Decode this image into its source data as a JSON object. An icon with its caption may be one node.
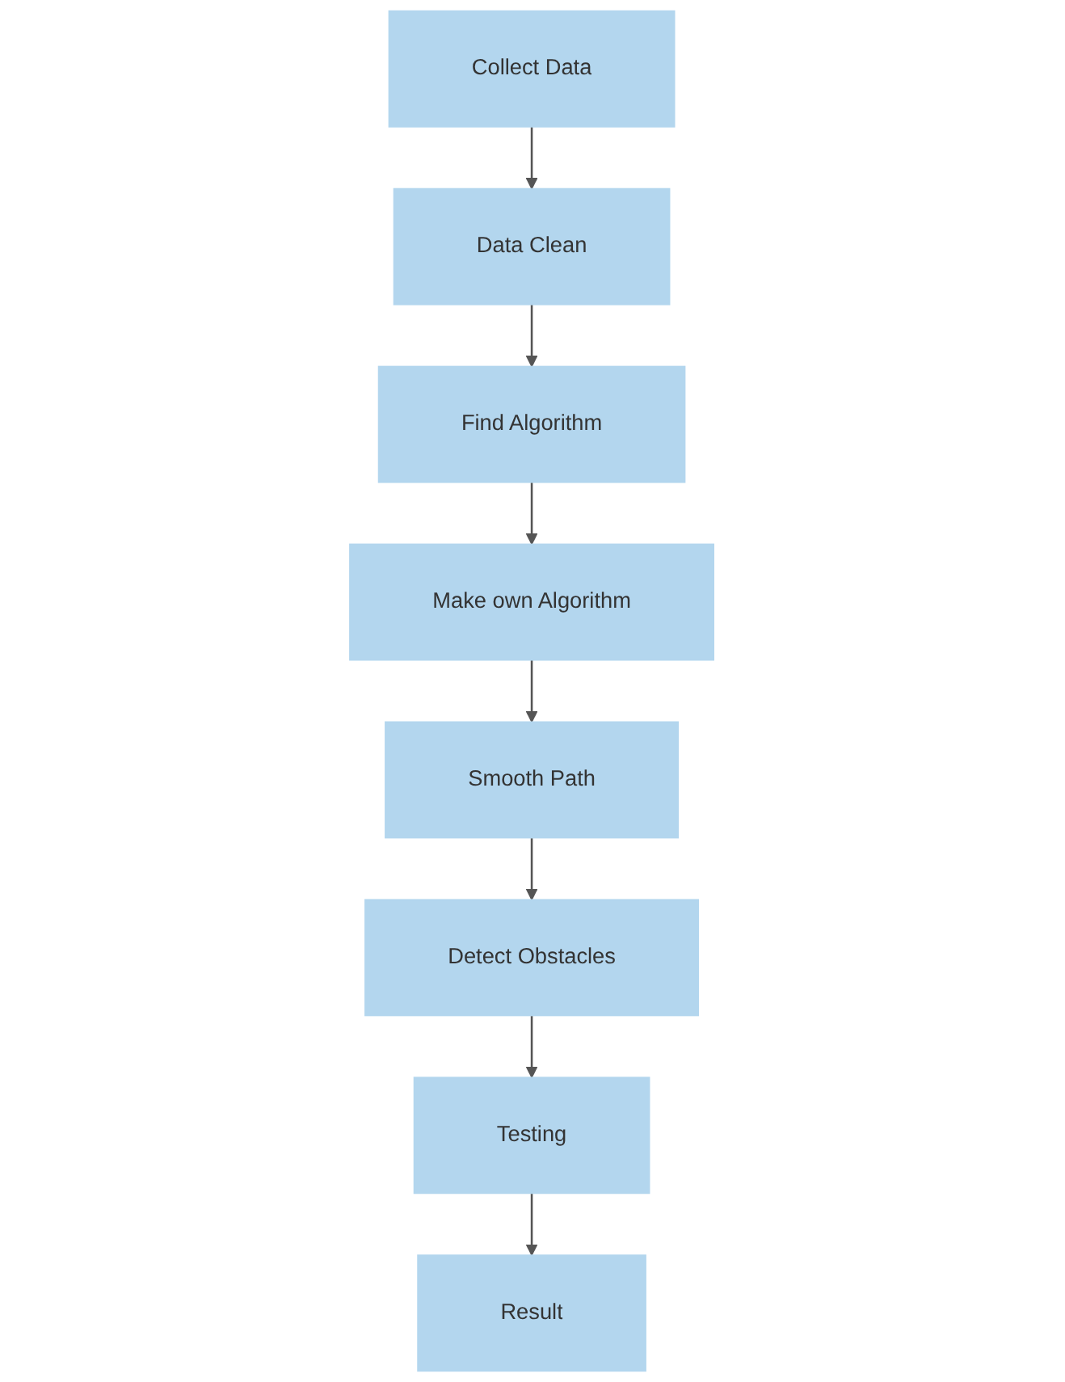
{
  "diagram": {
    "nodes": [
      {
        "text": [
          "Collect Data"
        ]
      },
      {
        "text": [
          "Data Clean"
        ]
      },
      {
        "text": [
          "Make own Algorithm"
        ]
      },
      {
        "text": [
          "Find Algorithm"
        ]
      },
      {
        "text": [
          "Smooth Path"
        ]
      },
      {
        "text": [
          "Detect Obstacles"
        ]
      },
      {
        "text": [
          "Result"
        ]
      },
      {
        "text": [
          "Testing"
        ]
      }
    ],
    "edges": [
      {
        "from": 0,
        "to": 1,
        "arrow": "to"
      },
      {
        "from": 1,
        "to": 3,
        "arrow": "to"
      },
      {
        "from": 3,
        "to": 2,
        "arrow": "to"
      },
      {
        "from": 2,
        "to": 4,
        "arrow": "to"
      },
      {
        "from": 4,
        "to": 5,
        "arrow": "to"
      },
      {
        "from": 5,
        "to": 7,
        "arrow": "to"
      },
      {
        "from": 7,
        "to": 6,
        "arrow": "to"
      }
    ]
  }
}
